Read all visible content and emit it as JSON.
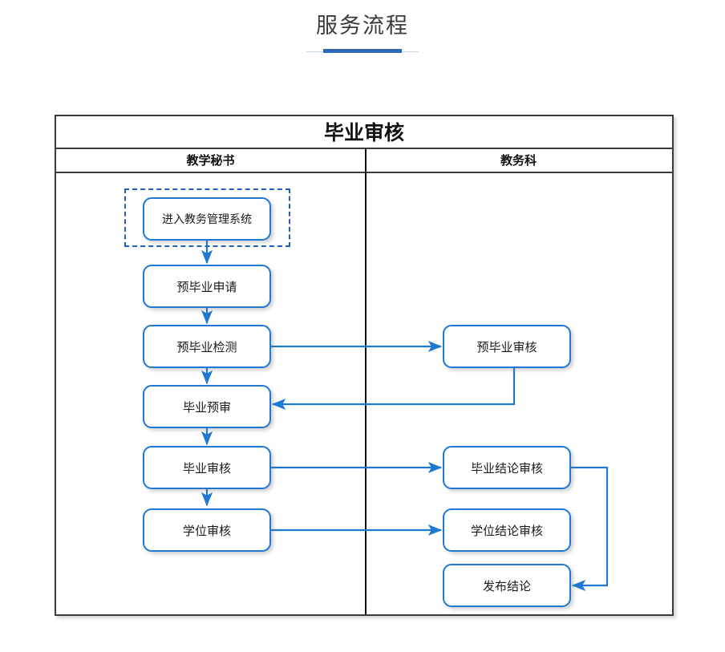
{
  "page": {
    "title": "服务流程"
  },
  "diagram": {
    "title": "毕业审核",
    "lanes": [
      {
        "id": "lane-left",
        "label": "教学秘书"
      },
      {
        "id": "lane-right",
        "label": "教务科"
      }
    ],
    "accent_color": "#1f78d1",
    "border_color": "#3a3a3a",
    "nodes": [
      {
        "id": "n1",
        "label": "进入教务管理系统",
        "lane": "lane-left",
        "selected": true
      },
      {
        "id": "n2",
        "label": "预毕业申请",
        "lane": "lane-left",
        "selected": false
      },
      {
        "id": "n3",
        "label": "预毕业检测",
        "lane": "lane-left",
        "selected": false
      },
      {
        "id": "n4",
        "label": "毕业预审",
        "lane": "lane-left",
        "selected": false
      },
      {
        "id": "n5",
        "label": "毕业审核",
        "lane": "lane-left",
        "selected": false
      },
      {
        "id": "n6",
        "label": "学位审核",
        "lane": "lane-left",
        "selected": false
      },
      {
        "id": "n7",
        "label": "预毕业审核",
        "lane": "lane-right",
        "selected": false
      },
      {
        "id": "n8",
        "label": "毕业结论审核",
        "lane": "lane-right",
        "selected": false
      },
      {
        "id": "n9",
        "label": "学位结论审核",
        "lane": "lane-right",
        "selected": false
      },
      {
        "id": "n10",
        "label": "发布结论",
        "lane": "lane-right",
        "selected": false
      }
    ],
    "edges": [
      {
        "from": "n1",
        "to": "n2",
        "kind": "down"
      },
      {
        "from": "n2",
        "to": "n3",
        "kind": "down"
      },
      {
        "from": "n3",
        "to": "n7",
        "kind": "right"
      },
      {
        "from": "n3",
        "to": "n4",
        "kind": "down"
      },
      {
        "from": "n7",
        "to": "n4",
        "kind": "down-left-return"
      },
      {
        "from": "n4",
        "to": "n5",
        "kind": "down"
      },
      {
        "from": "n5",
        "to": "n8",
        "kind": "right"
      },
      {
        "from": "n5",
        "to": "n6",
        "kind": "down"
      },
      {
        "from": "n6",
        "to": "n9",
        "kind": "right"
      },
      {
        "from": "n8",
        "to": "n10",
        "kind": "right-down-left-return"
      }
    ]
  }
}
